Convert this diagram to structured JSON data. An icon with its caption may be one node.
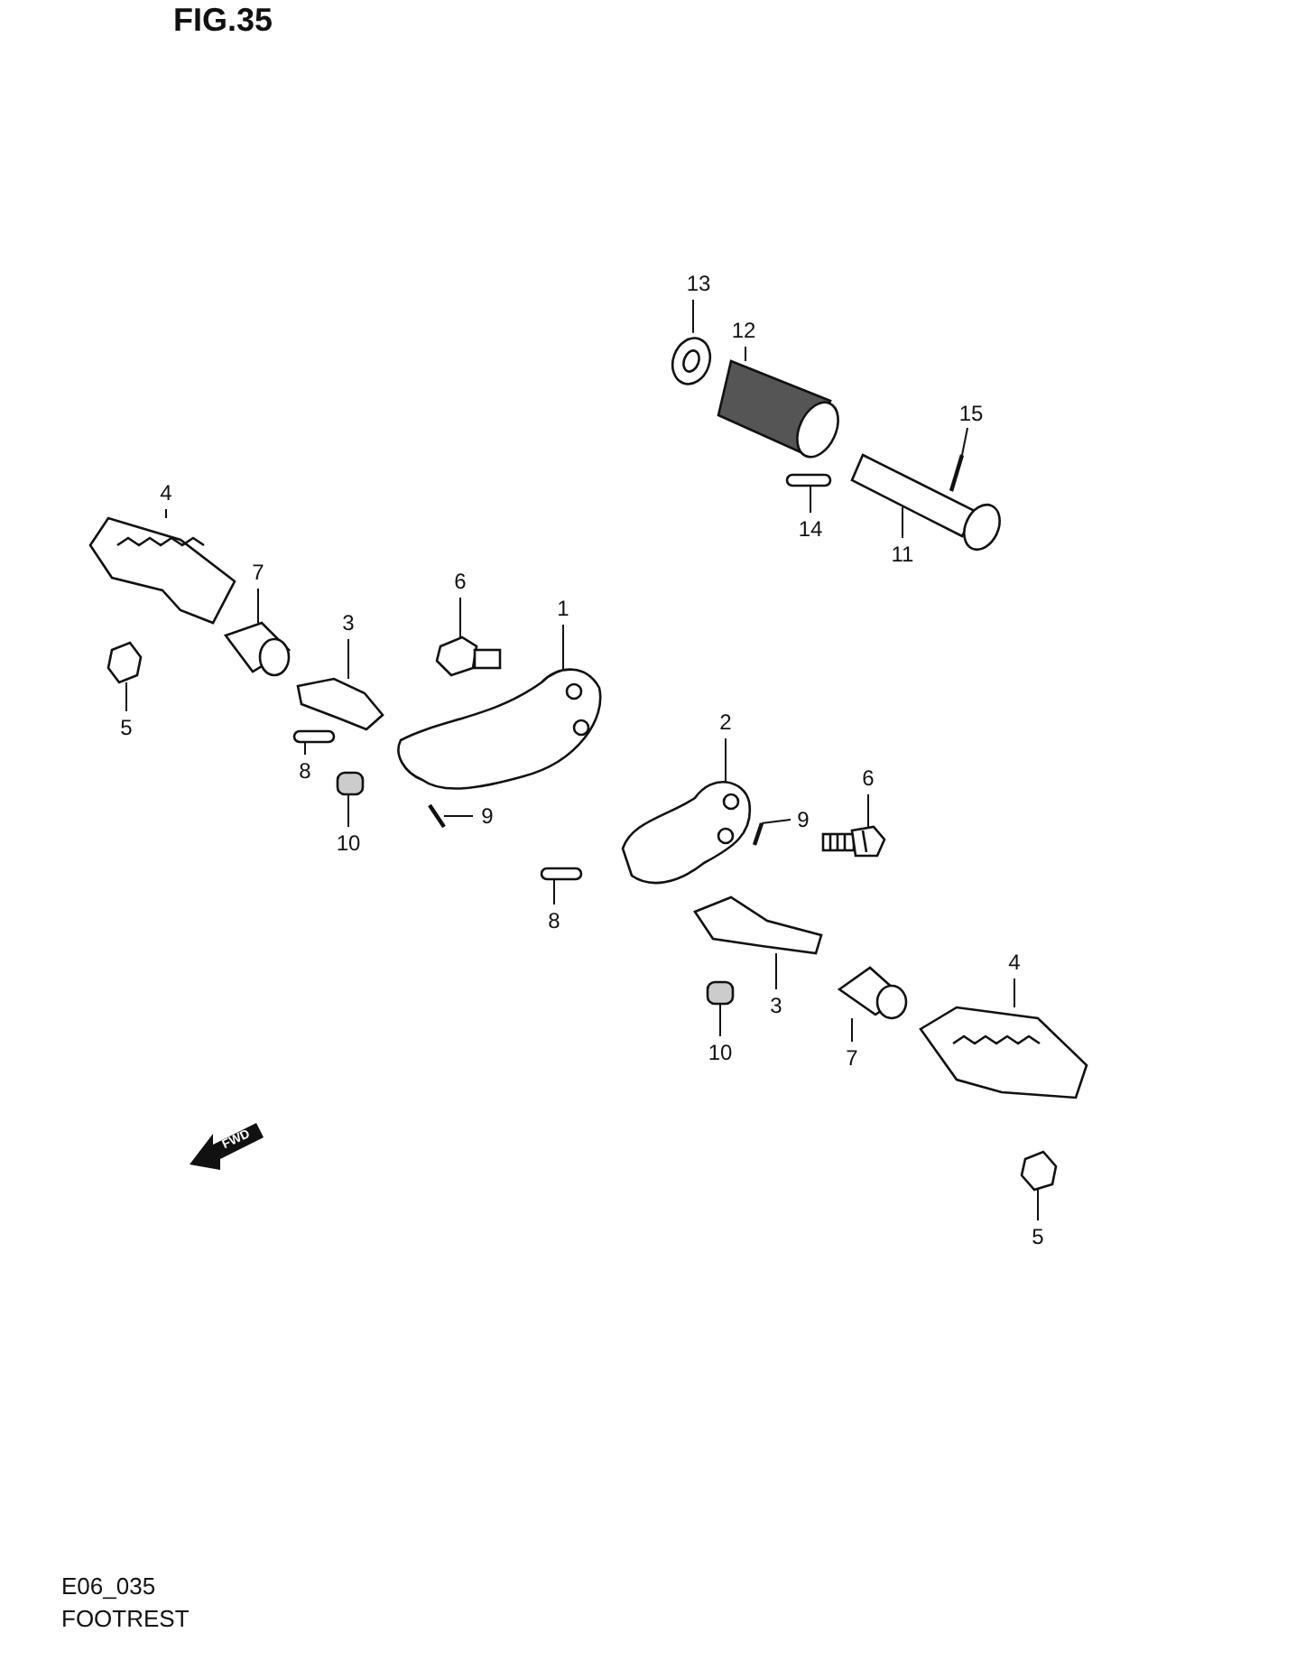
{
  "diagram": {
    "nodes": [
      {
        "text": [
          "13"
        ]
      },
      {
        "text": [
          "12"
        ]
      },
      {
        "text": [
          "15"
        ]
      },
      {
        "text": [
          "14"
        ]
      },
      {
        "text": [
          "11"
        ]
      },
      {
        "text": [
          "4"
        ]
      },
      {
        "text": [
          "7"
        ]
      },
      {
        "text": [
          "6"
        ]
      },
      {
        "text": [
          "1"
        ]
      },
      {
        "text": [
          "3"
        ]
      },
      {
        "text": [
          "5"
        ]
      },
      {
        "text": [
          "8"
        ]
      },
      {
        "text": [
          "10"
        ]
      },
      {
        "text": [
          "9"
        ]
      },
      {
        "text": [
          "2"
        ]
      },
      {
        "text": [
          "6"
        ]
      },
      {
        "text": [
          "9"
        ]
      },
      {
        "text": [
          "8"
        ]
      },
      {
        "text": [
          "3"
        ]
      },
      {
        "text": [
          "10"
        ]
      },
      {
        "text": [
          "7"
        ]
      },
      {
        "text": [
          "4"
        ]
      },
      {
        "text": [
          "5"
        ]
      },
      {
        "text": [],
        "shape": "picture"
      },
      {
        "text": [],
        "shape": "picture"
      },
      {
        "text": [],
        "shape": "picture"
      },
      {
        "text": [],
        "shape": "picture"
      },
      {
        "text": [],
        "shape": "picture"
      },
      {
        "text": [],
        "shape": "picture"
      },
      {
        "text": [],
        "shape": "picture"
      },
      {
        "text": [],
        "shape": "picture"
      },
      {
        "text": [],
        "shape": "picture"
      },
      {
        "text": [],
        "shape": "picture"
      },
      {
        "text": [],
        "shape": "picture"
      },
      {
        "text": [],
        "shape": "picture"
      },
      {
        "text": [],
        "shape": "picture"
      },
      {
        "text": [],
        "shape": "picture"
      },
      {
        "text": [],
        "shape": "picture"
      },
      {
        "text": [],
        "shape": "picture"
      },
      {
        "text": [],
        "shape": "picture"
      },
      {
        "text": [],
        "shape": "picture"
      },
      {
        "text": [],
        "shape": "picture"
      },
      {
        "text": [],
        "shape": "picture"
      },
      {
        "text": [],
        "shape": "picture"
      },
      {
        "text": [],
        "shape": "picture"
      },
      {
        "text": [],
        "shape": "picture"
      }
    ],
    "edges": [
      {
        "from": 0,
        "to": 23,
        "arrow": "none"
      },
      {
        "from": 1,
        "to": 24,
        "arrow": "none"
      },
      {
        "from": 2,
        "to": 25,
        "arrow": "none"
      },
      {
        "from": 3,
        "to": 26,
        "arrow": "none"
      },
      {
        "from": 4,
        "to": 27,
        "arrow": "none"
      },
      {
        "from": 5,
        "to": 28,
        "arrow": "none"
      },
      {
        "from": 6,
        "to": 29,
        "arrow": "none"
      },
      {
        "from": 7,
        "to": 30,
        "arrow": "none"
      },
      {
        "from": 8,
        "to": 31,
        "arrow": "none"
      },
      {
        "from": 9,
        "to": 32,
        "arrow": "none"
      },
      {
        "from": 10,
        "to": 33,
        "arrow": "none"
      },
      {
        "from": 11,
        "to": 34,
        "arrow": "none"
      },
      {
        "from": 12,
        "to": 35,
        "arrow": "none"
      },
      {
        "from": 13,
        "to": 36,
        "arrow": "none"
      },
      {
        "from": 14,
        "to": 37,
        "arrow": "none"
      },
      {
        "from": 15,
        "to": 38,
        "arrow": "none"
      },
      {
        "from": 16,
        "to": 39,
        "arrow": "none"
      },
      {
        "from": 17,
        "to": 40,
        "arrow": "none"
      },
      {
        "from": 18,
        "to": 41,
        "arrow": "none"
      },
      {
        "from": 19,
        "to": 42,
        "arrow": "none"
      },
      {
        "from": 20,
        "to": 43,
        "arrow": "none"
      },
      {
        "from": 21,
        "to": 44,
        "arrow": "none"
      },
      {
        "from": 22,
        "to": 45,
        "arrow": "none"
      }
    ],
    "labels": [
      "FIG.35",
      "FWD",
      "E06_035",
      "FOOTREST"
    ]
  }
}
